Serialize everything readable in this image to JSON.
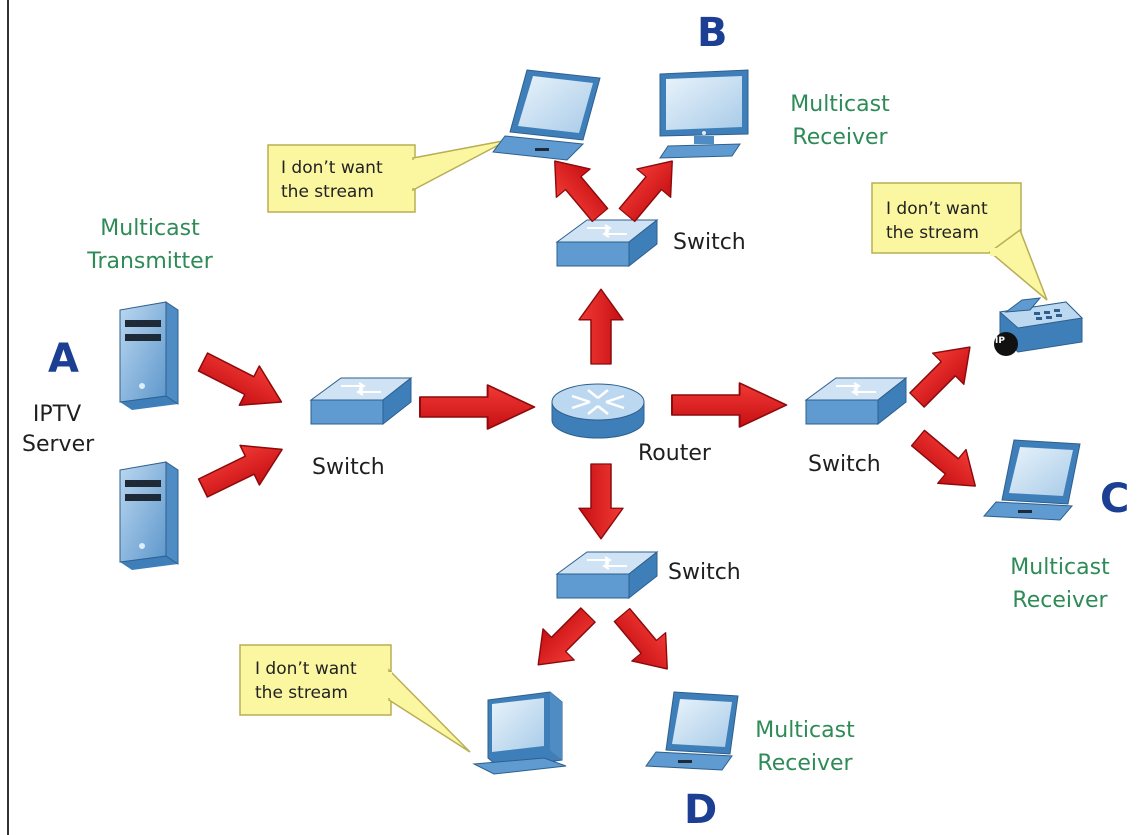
{
  "labels": {
    "letter_a": "A",
    "letter_b": "B",
    "letter_c": "C",
    "letter_d": "D",
    "iptv_line1": "IPTV",
    "iptv_line2": "Server",
    "transmitter_line1": "Multicast",
    "transmitter_line2": "Transmitter",
    "receiver_b_line1": "Multicast",
    "receiver_b_line2": "Receiver",
    "receiver_c_line1": "Multicast",
    "receiver_c_line2": "Receiver",
    "receiver_d_line1": "Multicast",
    "receiver_d_line2": "Receiver",
    "switch_top": "Switch",
    "switch_left": "Switch",
    "switch_right": "Switch",
    "switch_bottom": "Switch",
    "router": "Router",
    "ip_badge": "IP"
  },
  "bubbles": {
    "top_line1": "I don’t want",
    "top_line2": "the stream",
    "right_line1": "I don’t want",
    "right_line2": "the stream",
    "bottom_line1": "I don’t want",
    "bottom_line2": "the stream"
  },
  "colors": {
    "arrow": "#e0191c",
    "device_blue": "#7fb2de",
    "bubble_fill": "#fbf6a0",
    "label_green": "#2e8b57",
    "letter_blue": "#1c3f94"
  },
  "icons": {
    "server": "server-icon",
    "switch": "switch-icon",
    "router": "router-icon",
    "laptop": "laptop-icon",
    "desktop": "desktop-icon",
    "ip_phone": "ip-phone-icon"
  }
}
